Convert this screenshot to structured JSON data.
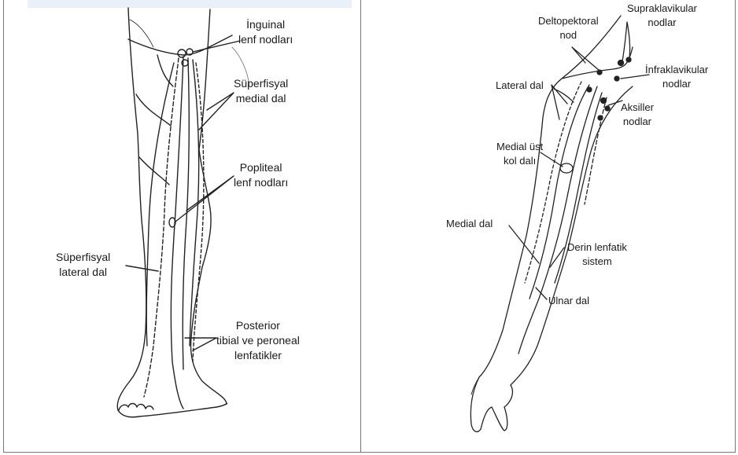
{
  "left_panel": {
    "labels": {
      "inguinal": "İnguinal\nlenf nodları",
      "superfisyal_medial": "Süperfisyal\nmedial dal",
      "popliteal": "Popliteal\nlenf nodları",
      "superfisyal_lateral": "Süperfisyal\nlateral dal",
      "posterior": "Posterior\ntibial ve peroneal\nlenfatikler"
    }
  },
  "right_panel": {
    "labels": {
      "supraklavikular": "Supraklavikular\nnodlar",
      "deltopektoral": "Deltopektoral\nnod",
      "lateral_dal": "Lateral dal",
      "infraklavikular": "İnfraklavikular\nnodlar",
      "aksiller": "Aksiller\nnodlar",
      "medial_ust_kol": "Medial üst\nkol dalı",
      "medial_dal": "Medial dal",
      "derin_lenfatik": "Derin lenfatik\nsistem",
      "ulnar_dal": "Ulnar dal"
    }
  }
}
